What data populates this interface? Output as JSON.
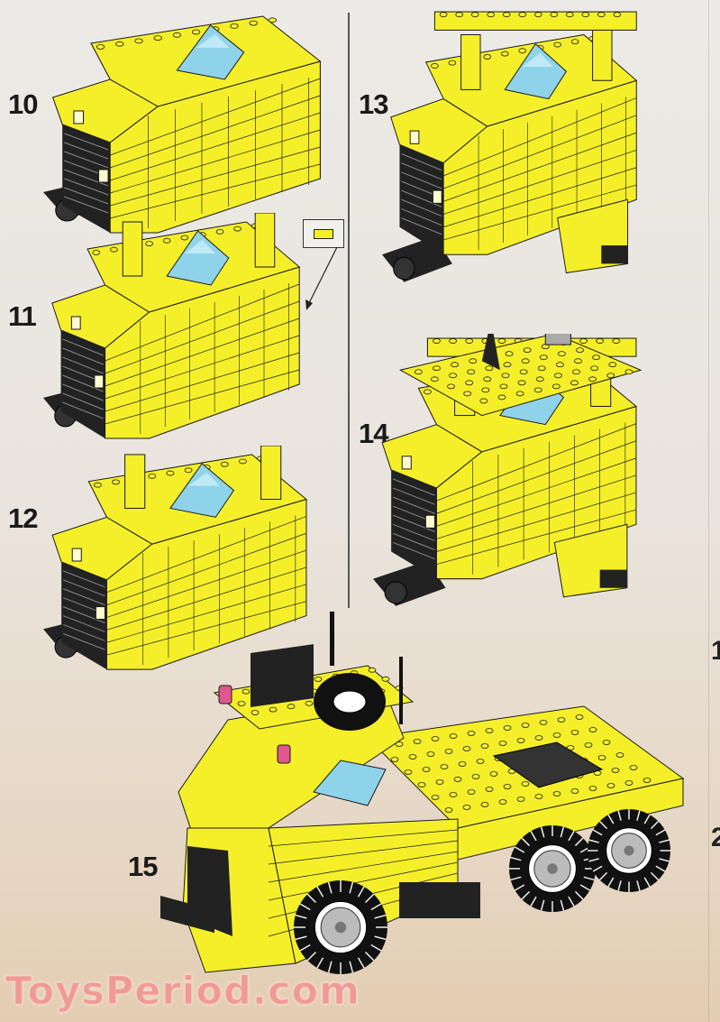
{
  "steps": [
    {
      "number": "10"
    },
    {
      "number": "11"
    },
    {
      "number": "12"
    },
    {
      "number": "13"
    },
    {
      "number": "14"
    },
    {
      "number": "15"
    }
  ],
  "edge_text": {
    "top": "1",
    "bottom": "2"
  },
  "watermark": "ToysPeriod.com",
  "colors": {
    "brick_yellow": "#f5ef2a",
    "windshield_blue": "#8fd3ea",
    "outline": "#1a1a1a",
    "beacon_pink": "#e0568f",
    "watermark": "#f09a96"
  }
}
